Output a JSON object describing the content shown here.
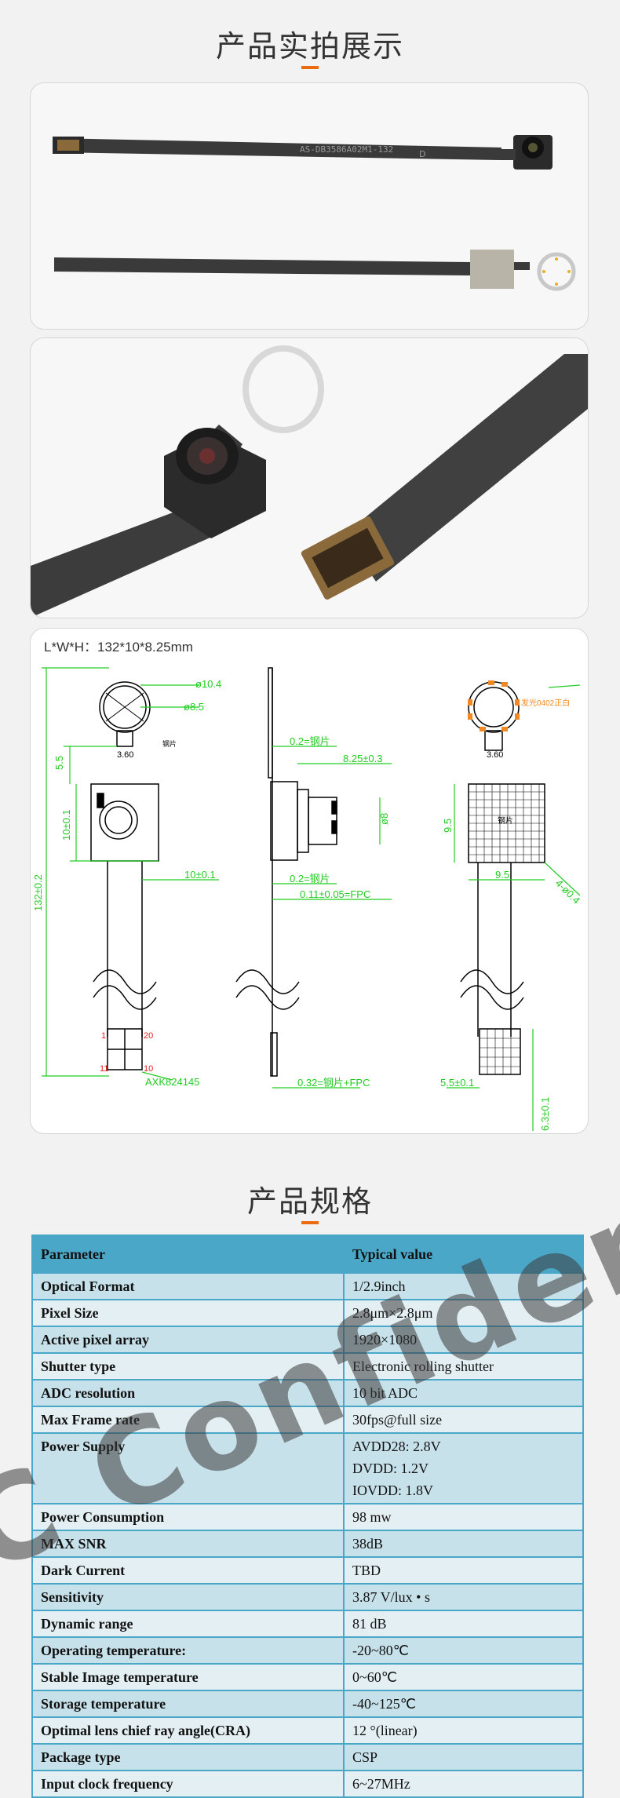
{
  "section1": {
    "title": "产品实拍展示"
  },
  "photo1": {
    "fpc_print": "AS-DB3586A02M1-132",
    "fpc_mark": "D"
  },
  "drawing": {
    "dimensions_label": "L*W*H：132*10*8.25mm",
    "labels": {
      "ring_outer": "ø10.4",
      "ring_inner": "ø8.5",
      "neck_width": "3.60",
      "neck_height": "5.5",
      "body_height": "10±0.1",
      "total_length": "132±0.2",
      "fpc_width": "10±0.1",
      "connector": "AXK824145",
      "pin_a": "1",
      "pin_b": "20",
      "pin_c": "11",
      "pin_d": "10",
      "steel": "0.2=钢片",
      "height": "8.25±0.3",
      "lens_dia": "ø8",
      "steel2": "0.2=钢片",
      "fpc_thick": "0.11±0.05=FPC",
      "total_thick": "0.32=钢片+FPC",
      "led": "发光0402正白",
      "neck_width2": "3.60",
      "body_side": "9.5",
      "body_width": "9.5",
      "steel_tag": "钢片",
      "angle": "4-ø0.4",
      "bottom_width": "5.5±0.1",
      "bottom_height": "6.3±0.1"
    }
  },
  "section2": {
    "title": "产品规格"
  },
  "table": {
    "header": [
      "Parameter",
      "Typical value"
    ],
    "rows": [
      [
        "Optical Format",
        "1/2.9inch"
      ],
      [
        "Pixel Size",
        "2.8μm×2.8μm"
      ],
      [
        "Active pixel array",
        "1920×1080"
      ],
      [
        "Shutter type",
        "Electronic rolling shutter"
      ],
      [
        "ADC resolution",
        "10 bit ADC"
      ],
      [
        "Max Frame rate",
        "30fps@full size"
      ],
      [
        "Power Supply",
        "AVDD28: 2.8V\nDVDD: 1.2V\nIOVDD: 1.8V"
      ],
      [
        "Power Consumption",
        "98 mw"
      ],
      [
        "MAX SNR",
        "38dB"
      ],
      [
        "Dark Current",
        "TBD"
      ],
      [
        "Sensitivity",
        "3.87 V/lux • s"
      ],
      [
        "Dynamic range",
        "81 dB"
      ],
      [
        "Operating temperature:",
        "-20~80℃"
      ],
      [
        "Stable Image temperature",
        "0~60℃"
      ],
      [
        "Storage temperature",
        "-40~125℃"
      ],
      [
        "Optimal lens chief ray angle(CRA)",
        "12 °(linear)"
      ],
      [
        "Package type",
        "CSP"
      ],
      [
        "Input clock frequency",
        "6~27MHz"
      ]
    ]
  },
  "watermark": "C Confident"
}
